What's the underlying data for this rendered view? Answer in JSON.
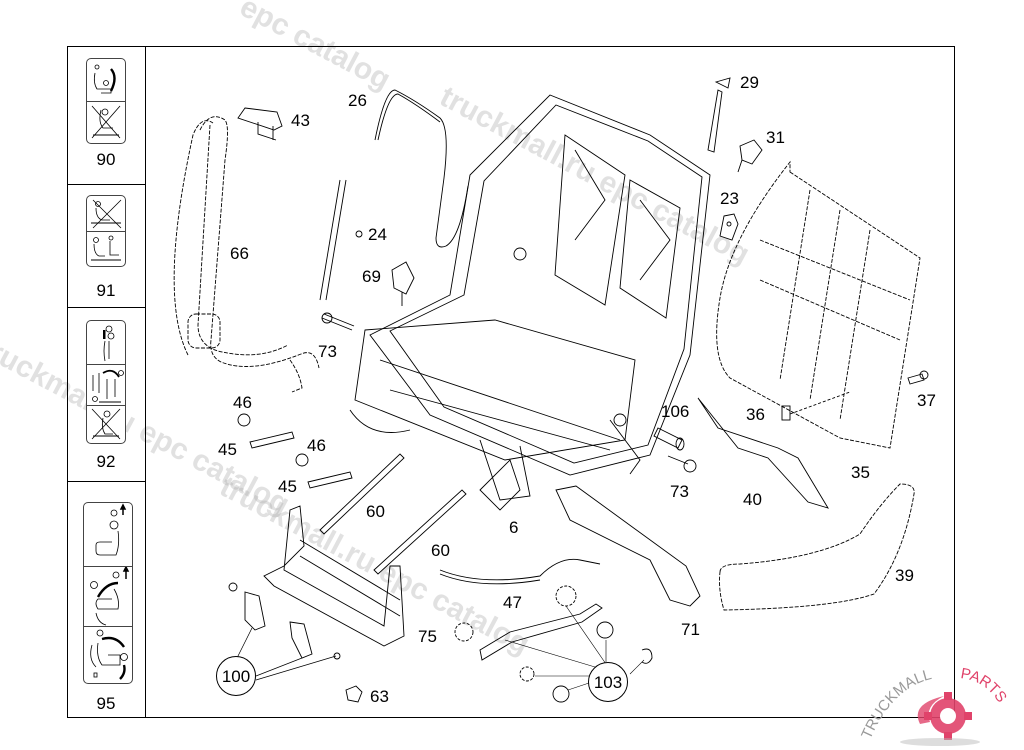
{
  "sidebar": {
    "sections": [
      {
        "number": "90",
        "icons": [
          "seat-fold-forward-icon",
          "seat-no-occupant-icon"
        ]
      },
      {
        "number": "91",
        "icons": [
          "seat-recline-forbidden-icon",
          "seat-recline-allowed-icon"
        ]
      },
      {
        "number": "92",
        "icons": [
          "seat-stand-icon",
          "seat-tumble-icon",
          "seat-no-occupant-icon"
        ]
      },
      {
        "number": "95",
        "icons": [
          "seat-upright-icon",
          "seat-fold-icon",
          "seat-tumble-forward-icon"
        ]
      }
    ]
  },
  "callouts": [
    {
      "id": "43",
      "label": "43"
    },
    {
      "id": "26",
      "label": "26"
    },
    {
      "id": "29",
      "label": "29"
    },
    {
      "id": "31",
      "label": "31"
    },
    {
      "id": "23",
      "label": "23"
    },
    {
      "id": "24",
      "label": "24"
    },
    {
      "id": "66",
      "label": "66"
    },
    {
      "id": "69",
      "label": "69"
    },
    {
      "id": "73a",
      "label": "73"
    },
    {
      "id": "37",
      "label": "37"
    },
    {
      "id": "36",
      "label": "36"
    },
    {
      "id": "106",
      "label": "106"
    },
    {
      "id": "46a",
      "label": "46"
    },
    {
      "id": "45a",
      "label": "45"
    },
    {
      "id": "46b",
      "label": "46"
    },
    {
      "id": "45b",
      "label": "45"
    },
    {
      "id": "73b",
      "label": "73"
    },
    {
      "id": "35",
      "label": "35"
    },
    {
      "id": "40",
      "label": "40"
    },
    {
      "id": "60a",
      "label": "60"
    },
    {
      "id": "6",
      "label": "6"
    },
    {
      "id": "60b",
      "label": "60"
    },
    {
      "id": "39",
      "label": "39"
    },
    {
      "id": "47",
      "label": "47"
    },
    {
      "id": "71",
      "label": "71"
    },
    {
      "id": "75",
      "label": "75"
    },
    {
      "id": "100",
      "label": "100"
    },
    {
      "id": "103",
      "label": "103"
    },
    {
      "id": "63",
      "label": "63"
    }
  ],
  "watermarks": [
    "epc catalog",
    "truckmall.ru epc catalog",
    "truckmall.ru epc catalog",
    "truckmall.ru"
  ],
  "logo": {
    "text_left": "TRUCKMALL",
    "text_right": "PARTS",
    "accent_color": "#e0436a",
    "text_color": "#9a9a9a"
  }
}
